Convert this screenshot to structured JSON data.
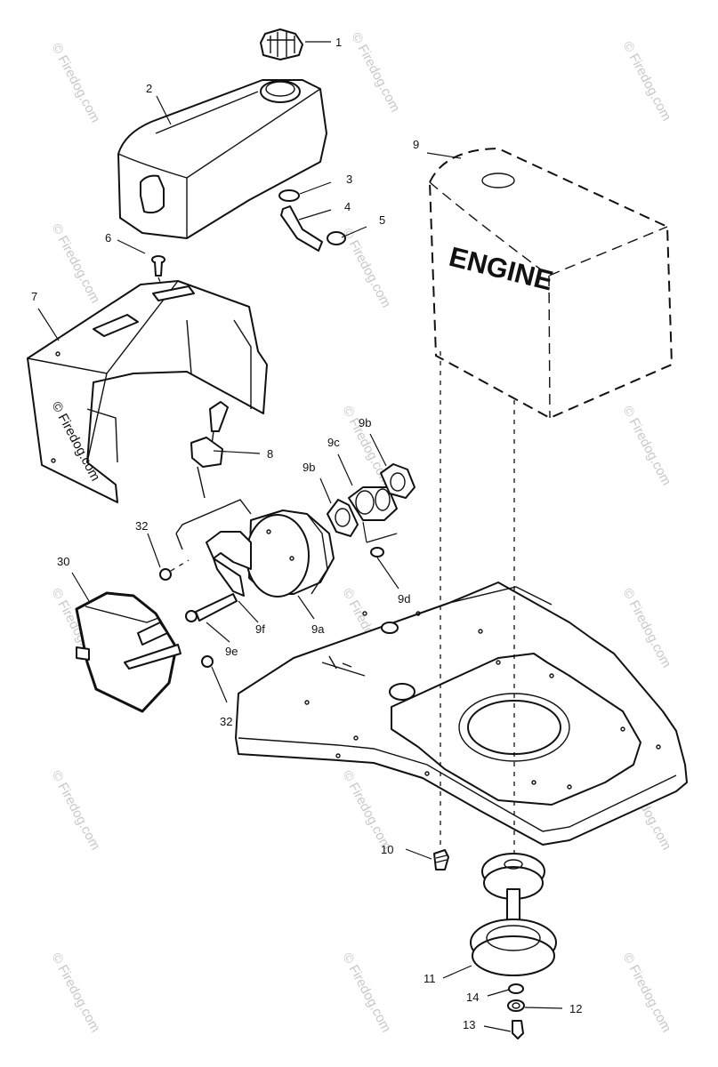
{
  "diagram": {
    "engine_label": "ENGINE",
    "watermark": "© Firedog.com",
    "callouts": {
      "c1": "1",
      "c2": "2",
      "c3": "3",
      "c4": "4",
      "c5": "5",
      "c6": "6",
      "c7": "7",
      "c8": "8",
      "c9": "9",
      "c9a": "9a",
      "c9b_left": "9b",
      "c9b_right": "9b",
      "c9c": "9c",
      "c9d": "9d",
      "c9e": "9e",
      "c9f": "9f",
      "c10": "10",
      "c11": "11",
      "c12": "12",
      "c13": "13",
      "c14": "14",
      "c30": "30",
      "c32_top": "32",
      "c32_bottom": "32"
    }
  }
}
